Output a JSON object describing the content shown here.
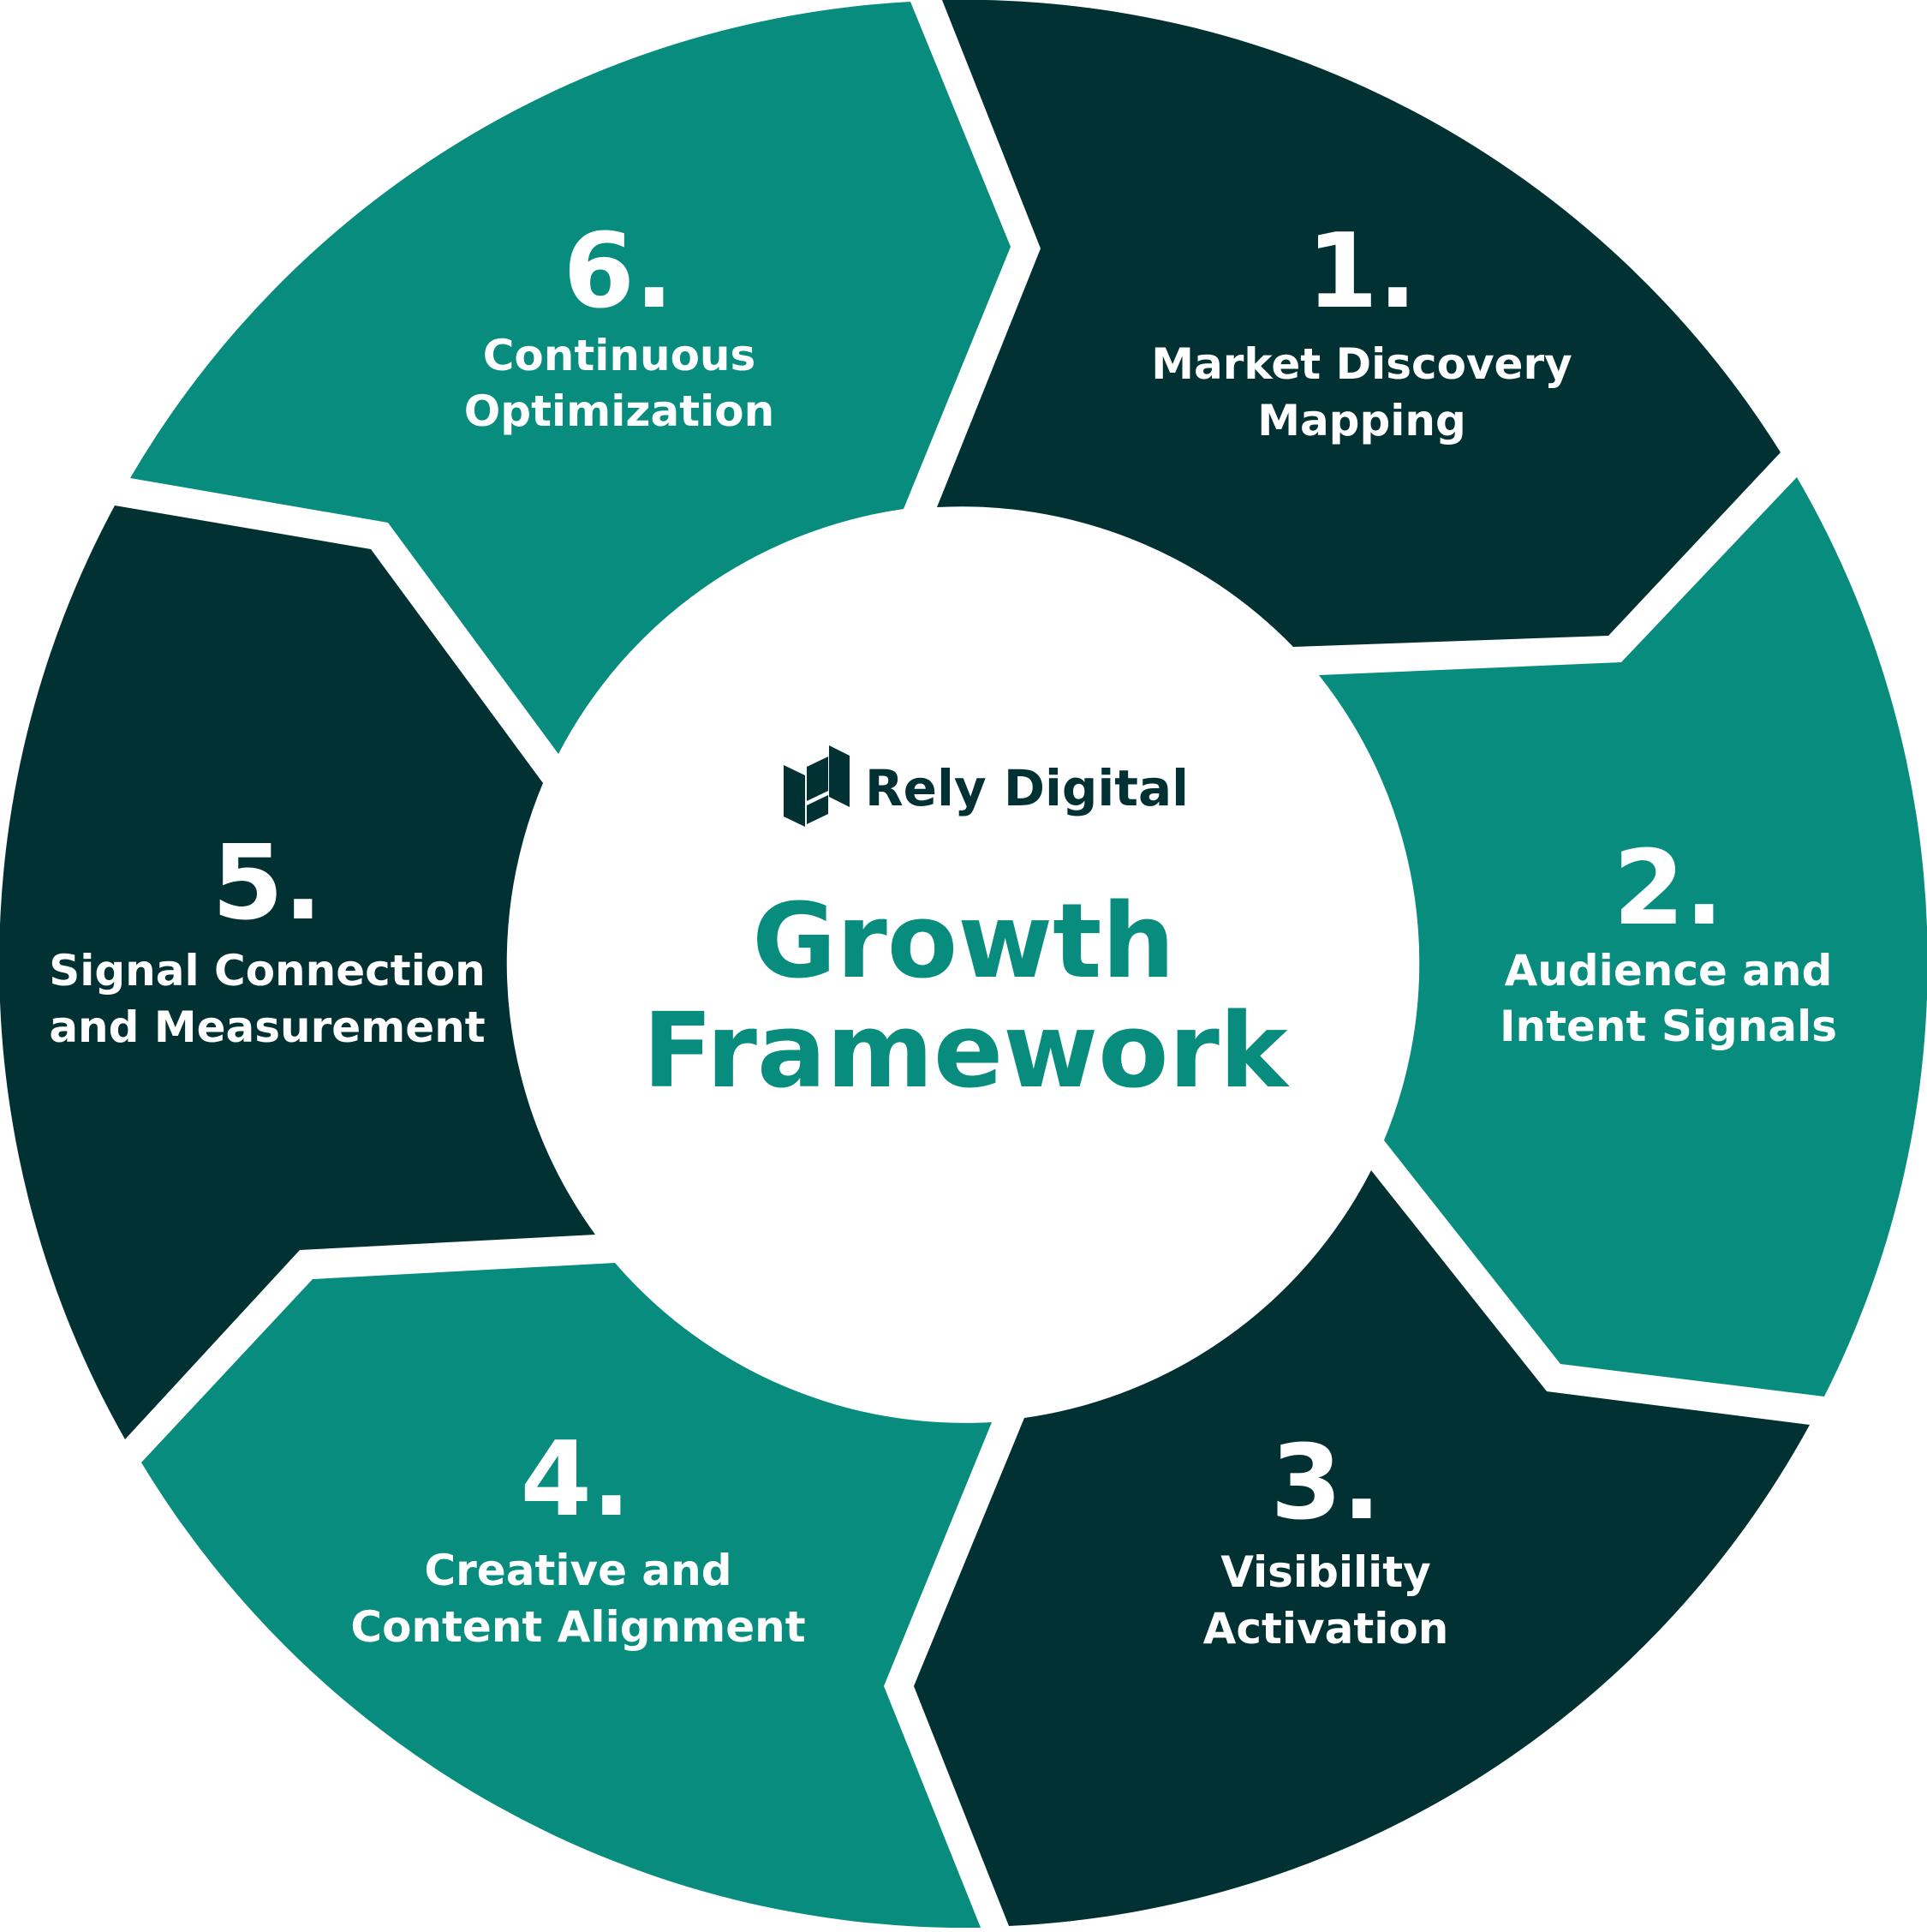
{
  "colors": {
    "dark": "#023134",
    "teal": "#078c7e",
    "white": "#ffffff"
  },
  "center": {
    "brand": "Rely Digital",
    "title_line1": "Growth",
    "title_line2": "Framework"
  },
  "steps": [
    {
      "number": "1.",
      "line1": "Market Discovery",
      "line2": "Mapping",
      "color": "dark"
    },
    {
      "number": "2.",
      "line1": "Audience and",
      "line2": "Intent Signals",
      "color": "teal"
    },
    {
      "number": "3.",
      "line1": "Visibility",
      "line2": "Activation",
      "color": "dark"
    },
    {
      "number": "4.",
      "line1": "Creative and",
      "line2": "Content Alignment",
      "color": "teal"
    },
    {
      "number": "5.",
      "line1": "Signal Connection",
      "line2": "and Measurement",
      "color": "dark"
    },
    {
      "number": "6.",
      "line1": "Continuous",
      "line2": "Optimization",
      "color": "teal"
    }
  ]
}
